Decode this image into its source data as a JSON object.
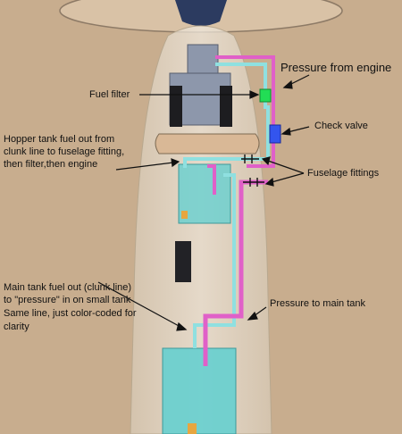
{
  "labels": {
    "pressure_from_engine": "Pressure from engine",
    "fuel_filter": "Fuel filter",
    "check_valve": "Check valve",
    "hopper_line_1": "Hopper tank fuel out from",
    "hopper_line_2": "clunk line to fuselage fitting,",
    "hopper_line_3": "then filter,then engine",
    "fuselage_fittings": "Fuselage fittings",
    "main_line_1": "Main tank fuel out (clunk line)",
    "main_line_2": "to \"pressure\" in on small tank",
    "main_line_3": "Same line, just color-coded for",
    "main_line_4": "clarity",
    "pressure_to_main_tank": "Pressure to main tank"
  },
  "colors": {
    "background": "#c8ad8e",
    "fuel_line": "#8fe0e0",
    "pressure_line": "#e060c8",
    "filter": "#22dd55",
    "check_valve": "#3355ee",
    "fuel_tank": "#66cfcf"
  }
}
